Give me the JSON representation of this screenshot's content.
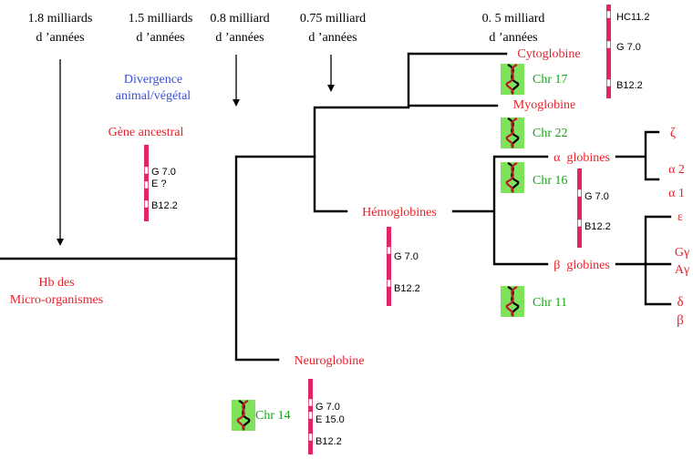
{
  "colors": {
    "line": "#000000",
    "red_label": "#e8212a",
    "green_label": "#1aa31a",
    "blue_label": "#3a4fd6",
    "gene_bar": "#e0256a",
    "chr_highlight": "#7ee35a"
  },
  "timeline": [
    {
      "line1": "1.8 milliards",
      "line2": "d ’années"
    },
    {
      "line1": "1.5 milliards",
      "line2": "d ’années"
    },
    {
      "line1": "0.8 milliard",
      "line2": "d ’années"
    },
    {
      "line1": "0.75 milliard",
      "line2": "d ’années"
    },
    {
      "line1": "0. 5 milliard",
      "line2": "d ’années"
    }
  ],
  "divergence": {
    "line1": "Divergence",
    "line2": "animal/végétal"
  },
  "labels": {
    "ancestral_gene": "Gène ancestral",
    "hb_micro_line1": "Hb des",
    "hb_micro_line2": "Micro-organismes",
    "hemoglobines": "Hémoglobines",
    "neuroglobine": "Neuroglobine",
    "cytoglobine": "Cytoglobine",
    "myoglobine": "Myoglobine",
    "alpha_globines": "α  globines",
    "beta_globines": "β  globines",
    "zeta": "ζ",
    "alpha2": "α 2",
    "alpha1": "α 1",
    "epsilon": "ε",
    "g_gamma": "Gγ",
    "a_gamma": "Aγ",
    "delta": "δ",
    "beta": "β"
  },
  "chromosomes": [
    {
      "label": "Chr 17",
      "icon": "dna-helix-icon"
    },
    {
      "label": "Chr 22",
      "icon": "dna-helix-icon"
    },
    {
      "label": "Chr 16",
      "icon": "dna-helix-icon"
    },
    {
      "label": "Chr 11",
      "icon": "dna-helix-icon"
    },
    {
      "label": "Chr 14",
      "icon": "dna-helix-icon"
    }
  ],
  "gene_structures": {
    "ancestral": [
      "G 7.0",
      "E ?",
      "B12.2"
    ],
    "hemoglobines": [
      "G 7.0",
      "B12.2"
    ],
    "alpha": [
      "G 7.0",
      "B12.2"
    ],
    "cytoglobine": [
      "HC11.2",
      "G 7.0",
      "B12.2"
    ],
    "neuroglobine": [
      "G 7.0",
      "E 15.0",
      "B12.2"
    ]
  }
}
